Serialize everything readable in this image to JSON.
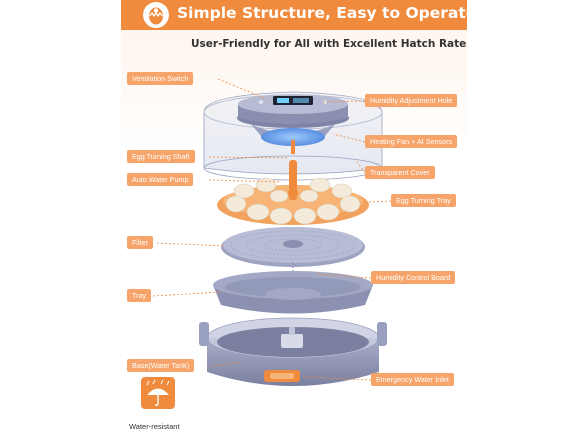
{
  "header": {
    "title": "Simple Structure, Easy to Operate",
    "subtitle": "User-Friendly for All with Excellent Hatch Rates",
    "logo_icon": "egg-hatching-icon",
    "bar_color": "#f08a3c"
  },
  "callouts": {
    "ventilation_switch": "Ventilation Switch",
    "humidity_adjustment_hole": "Humidity Adjustment Hole",
    "heating_fan_sensors": "Heating Fan + AI Sensors",
    "egg_turning_shaft": "Egg Turning Shaft",
    "transparent_cover": "Transparent Cover",
    "auto_water_pump": "Auto Water Pump",
    "egg_turning_tray": "Egg Turning Tray",
    "filter": "Filter",
    "humidity_control_board": "Humidity Control Board",
    "tray": "Tray",
    "base_water_tank": "Base(Water Tank)",
    "emergency_water_inlet": "Emergency Water Inlet"
  },
  "badge": {
    "label": "Water-resistant",
    "icon": "umbrella-rain-icon"
  },
  "colors": {
    "accent": "#f08a3c",
    "callout": "#f6a46a",
    "tray_orange": "#f2a25c",
    "unit_gray": "#8a8fb0"
  }
}
